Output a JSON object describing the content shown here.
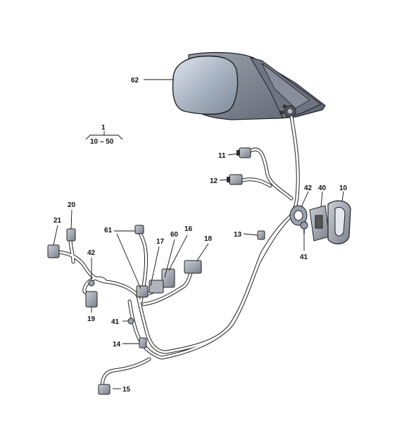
{
  "callouts": {
    "c62": "62",
    "c1": "1",
    "c1_range": "10 – 50",
    "c11": "11",
    "c12": "12",
    "c42a": "42",
    "c40": "40",
    "c10": "10",
    "c41a": "41",
    "c13": "13",
    "c20": "20",
    "c21": "21",
    "c61": "61",
    "c17": "17",
    "c60": "60",
    "c16": "16",
    "c18": "18",
    "c42b": "42",
    "c19": "19",
    "c41b": "41",
    "c14": "14",
    "c15": "15"
  },
  "colors": {
    "mirror_glass": "#a9b4c2",
    "housing": "#7b8291",
    "line": "#222222",
    "wire_fill": "#ffffff"
  }
}
